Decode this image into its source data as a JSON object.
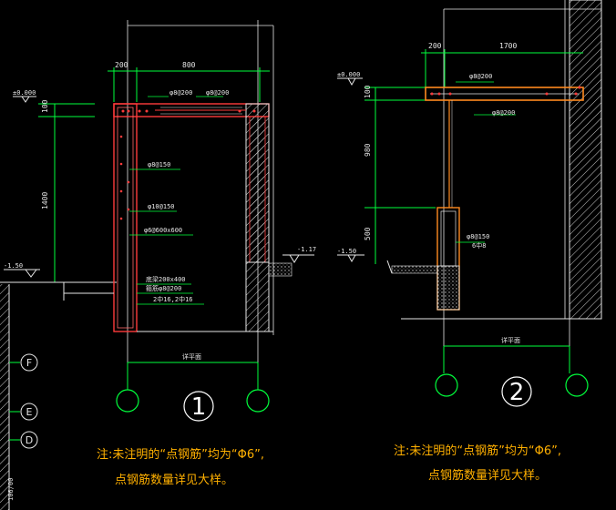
{
  "detail1": {
    "dims_top": [
      "200",
      "800"
    ],
    "elev_top": "±0.000",
    "elev_bottom": "-1.50",
    "elev_right": "-1.17",
    "dim_left": [
      "100",
      "1400"
    ],
    "rebar_labels": [
      "φ8@200",
      "φ8@200",
      "φ8@150",
      "φ10@150",
      "φ6@600x600",
      "底梁200x400",
      "箍筋φ8@200",
      "2中16,2中16"
    ],
    "section_label": "详平面",
    "number": "1"
  },
  "detail2": {
    "dims_top": [
      "200",
      "1700"
    ],
    "elev_top": "±0.000",
    "elev_bottom": "-1.50",
    "dim_left": [
      "100",
      "980",
      "500"
    ],
    "rebar_labels": [
      "φ8@200",
      "φ8@200",
      "φ8@150",
      "6中8"
    ],
    "section_label": "详平面",
    "number": "2"
  },
  "axes_left": [
    "F",
    "E",
    "D"
  ],
  "bottom_left_text": "106/00",
  "note1": {
    "line1": "注:未注明的“点钢筋”均为“Φ6”,",
    "line2": "点钢筋数量详见大样。"
  },
  "note2": {
    "line1": "注:未注明的“点钢筋”均为“Φ6”,",
    "line2": "点钢筋数量详见大样。"
  },
  "colors": {
    "background": "#000000",
    "wall": "#ff3b3b",
    "dimension": "#00ff3c",
    "text": "#e6e6e6",
    "note": "#ffb000",
    "slab": "#ff8a1f"
  }
}
